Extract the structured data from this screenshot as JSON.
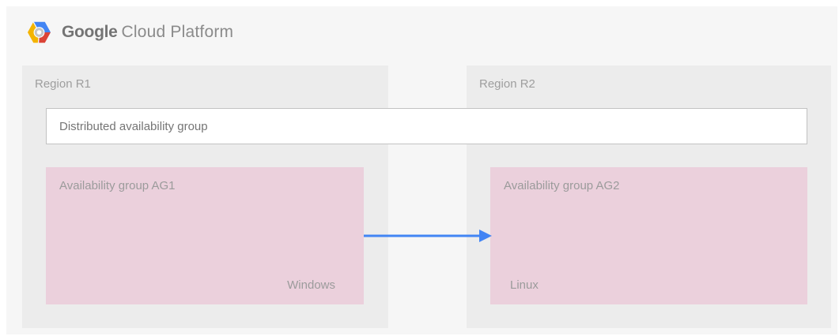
{
  "header": {
    "brand_primary": "Google",
    "brand_secondary": "Cloud Platform"
  },
  "regions": [
    {
      "label": "Region R1",
      "availability_group": {
        "title": "Availability group AG1",
        "platform": "Windows"
      }
    },
    {
      "label": "Region R2",
      "availability_group": {
        "title": "Availability group AG2",
        "platform": "Linux"
      }
    }
  ],
  "distributed_group": {
    "label": "Distributed availability group"
  },
  "arrow": {
    "from": "Availability group AG1",
    "to": "Availability group AG2"
  },
  "icons": {
    "logo": "gcp-hexagon-logo"
  },
  "colors": {
    "canvas_gray": "#f6f6f6",
    "region_gray": "#ececec",
    "availability_group_pink": "#ebd0dc",
    "box_border_gray": "#c2c2c2",
    "arrow_blue": "#4285f4",
    "logo_blue": "#4285f4",
    "logo_red": "#db4437",
    "logo_yellow": "#f4b400",
    "text_gray": "#9b9b9b"
  }
}
